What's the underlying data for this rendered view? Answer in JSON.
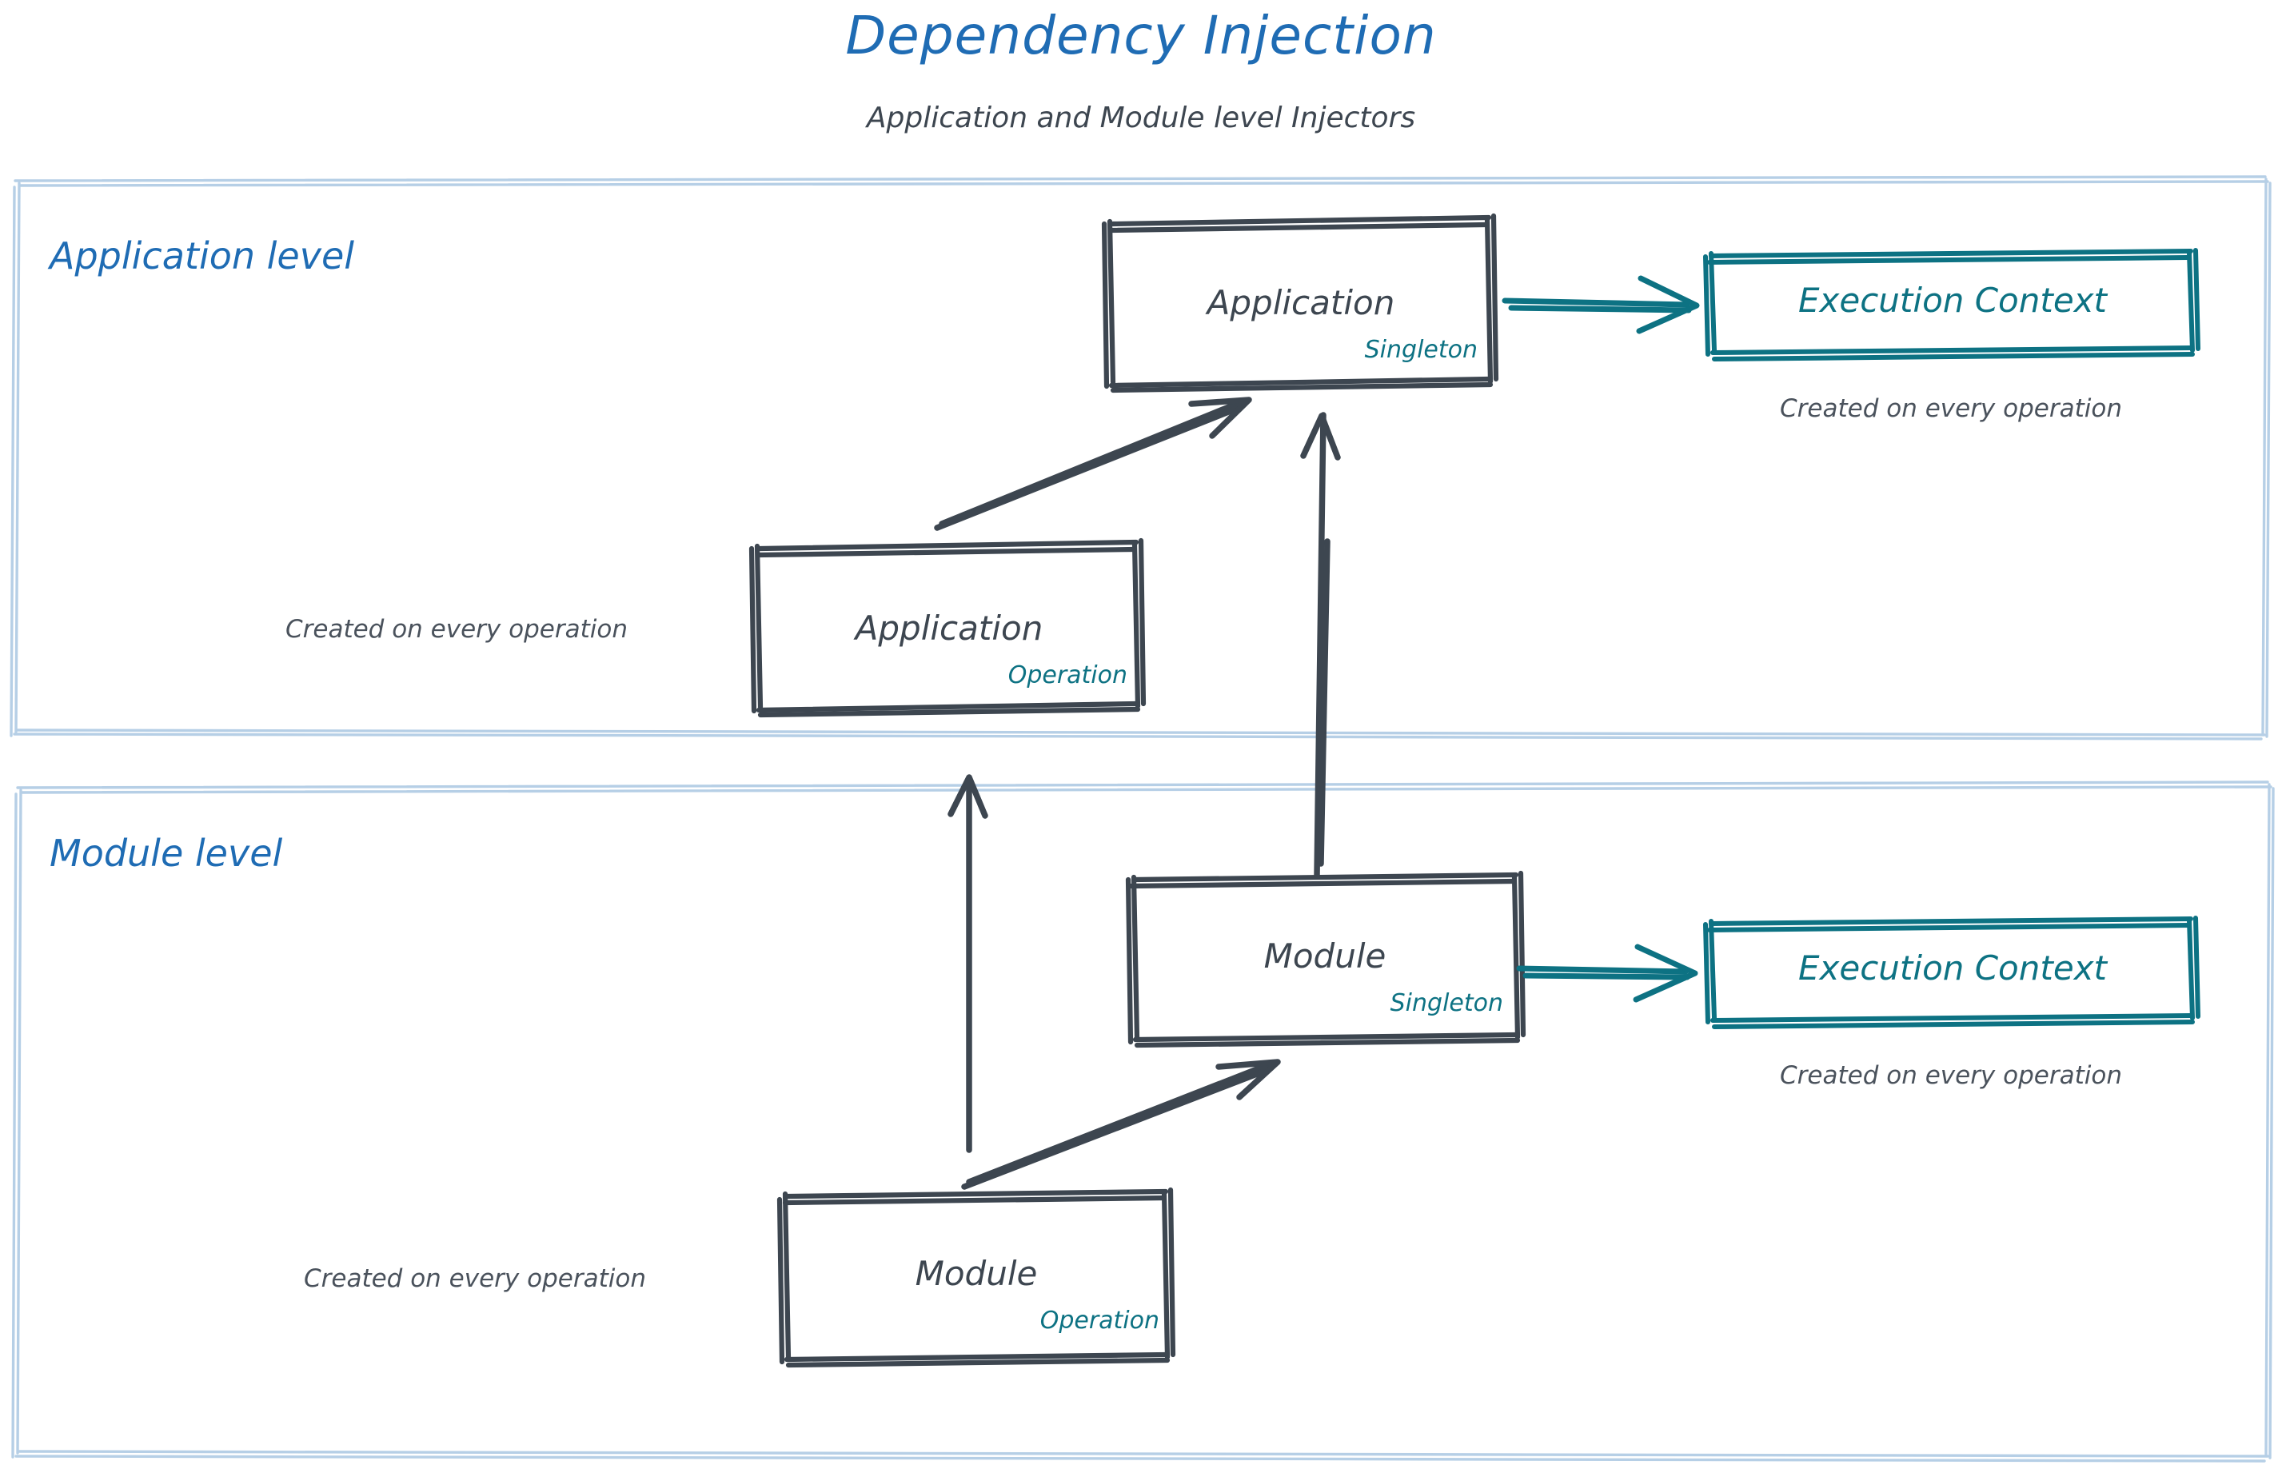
{
  "header": {
    "title": "Dependency Injection",
    "subtitle": "Application and Module level Injectors",
    "title_color": "#1f6cb4",
    "subtitle_color": "#3d4650"
  },
  "palette": {
    "accent_blue": "#1f6cb4",
    "container_border": "#b6cfe6",
    "ink": "#3d4650",
    "teal": "#0d7283"
  },
  "containers": [
    {
      "id": "application-level",
      "label": "Application level"
    },
    {
      "id": "module-level",
      "label": "Module level"
    }
  ],
  "nodes": {
    "application_singleton": {
      "title": "Application",
      "scope": "Singleton"
    },
    "application_operation": {
      "title": "Application",
      "scope": "Operation"
    },
    "module_singleton": {
      "title": "Module",
      "scope": "Singleton"
    },
    "module_operation": {
      "title": "Module",
      "scope": "Operation"
    },
    "execution_context_app": {
      "title": "Execution Context"
    },
    "execution_context_module": {
      "title": "Execution Context"
    }
  },
  "captions": {
    "exec_context_app": "Created on every operation",
    "application_operation": "Created on every operation",
    "exec_context_module": "Created on every operation",
    "module_operation": "Created on every operation"
  },
  "edges": [
    {
      "id": "app-singleton-to-exec-context",
      "from": "application_singleton",
      "to": "execution_context_app",
      "color": "#0d7283"
    },
    {
      "id": "app-operation-to-app-singleton",
      "from": "application_operation",
      "to": "application_singleton",
      "color": "#3d4650"
    },
    {
      "id": "module-singleton-to-app-singleton",
      "from": "module_singleton",
      "to": "application_singleton",
      "color": "#3d4650"
    },
    {
      "id": "module-singleton-to-exec-context",
      "from": "module_singleton",
      "to": "execution_context_module",
      "color": "#0d7283"
    },
    {
      "id": "module-operation-to-module-singleton",
      "from": "module_operation",
      "to": "module_singleton",
      "color": "#3d4650"
    },
    {
      "id": "module-operation-to-application-operation",
      "from": "module_operation",
      "to": "application_operation",
      "color": "#3d4650"
    }
  ]
}
